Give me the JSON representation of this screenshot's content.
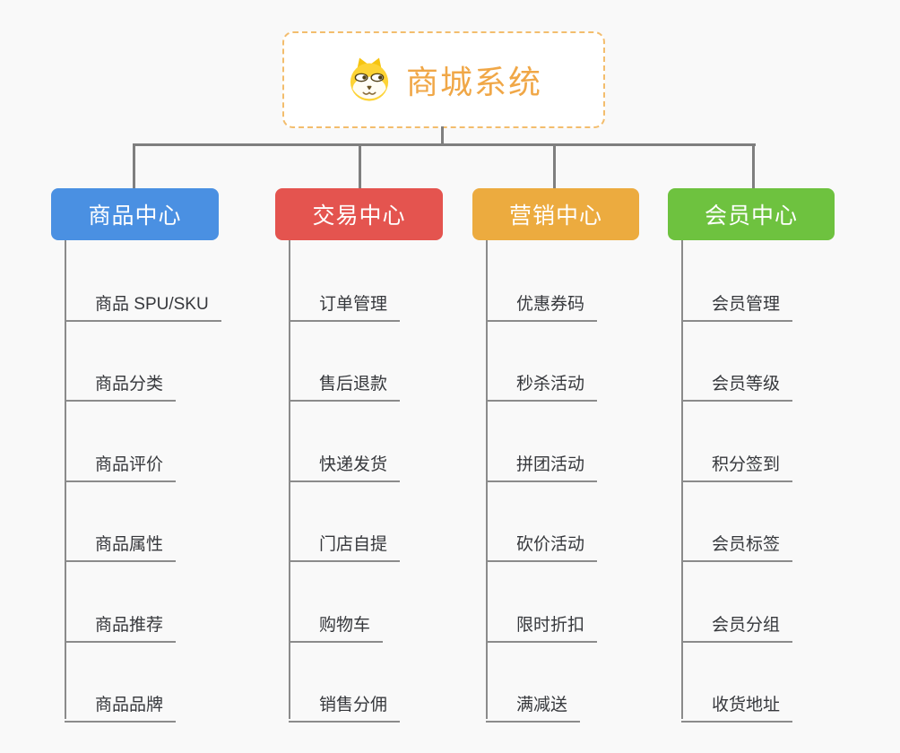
{
  "root": {
    "title": "商城系统",
    "icon": "dog-face-icon"
  },
  "colors": {
    "background": "#f9f9f9",
    "root_border": "#f3bd6d",
    "root_title": "#f0a747",
    "connector": "#7f7f7f",
    "leaf_text": "#36383c",
    "branch_product": "#4a90e2",
    "branch_trade": "#e4544f",
    "branch_marketing": "#ecab3f",
    "branch_member": "#6ec23f"
  },
  "columns": [
    {
      "label": "商品中心",
      "color": "#4a90e2",
      "items": [
        "商品 SPU/SKU",
        "商品分类",
        "商品评价",
        "商品属性",
        "商品推荐",
        "商品品牌"
      ]
    },
    {
      "label": "交易中心",
      "color": "#e4544f",
      "items": [
        "订单管理",
        "售后退款",
        "快递发货",
        "门店自提",
        "购物车",
        "销售分佣"
      ]
    },
    {
      "label": "营销中心",
      "color": "#ecab3f",
      "items": [
        "优惠券码",
        "秒杀活动",
        "拼团活动",
        "砍价活动",
        "限时折扣",
        "满减送"
      ]
    },
    {
      "label": "会员中心",
      "color": "#6ec23f",
      "items": [
        "会员管理",
        "会员等级",
        "积分签到",
        "会员标签",
        "会员分组",
        "收货地址"
      ]
    }
  ]
}
